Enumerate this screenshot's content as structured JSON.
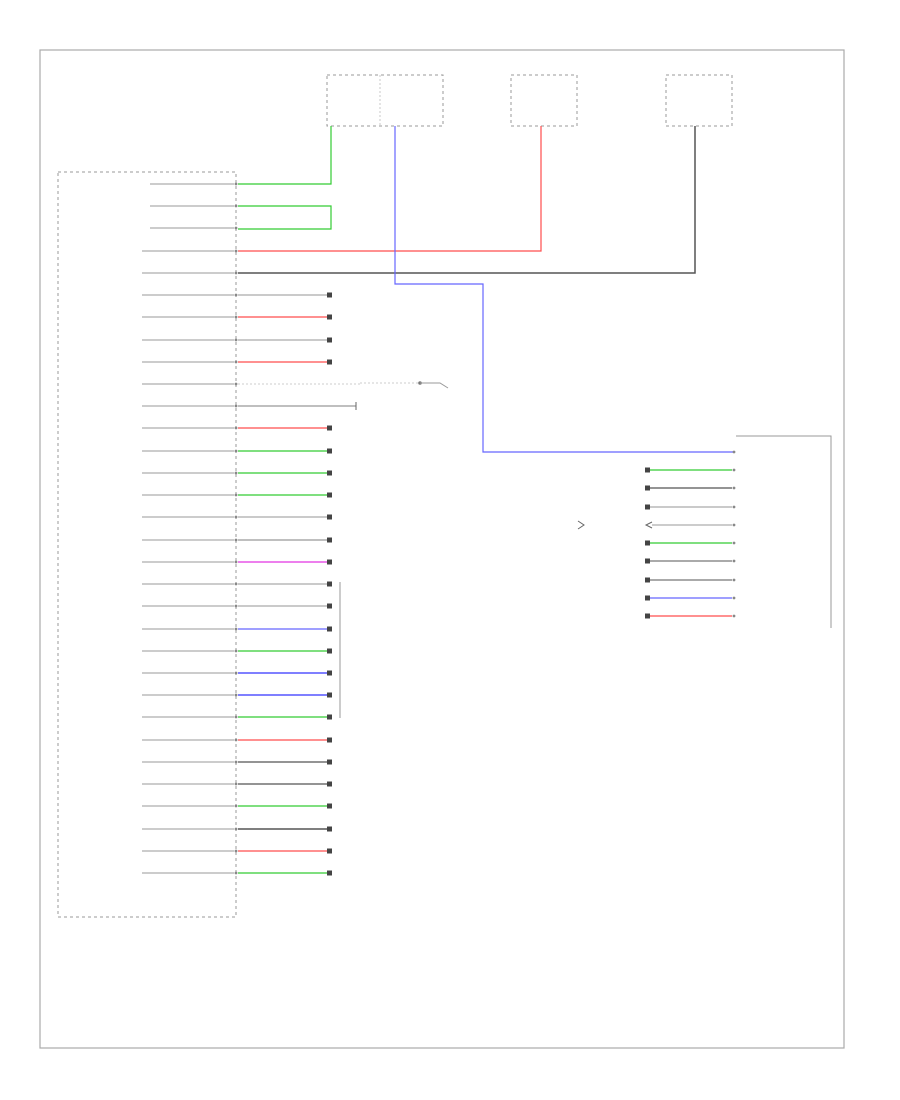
{
  "diagram": {
    "footer_code": "",
    "module_main": {
      "labels": [
        "",
        "",
        "",
        "",
        ""
      ]
    },
    "module_right": {
      "labels": [
        "",
        ""
      ]
    },
    "top_components": [
      {
        "labels": [
          "",
          ""
        ],
        "desc": [
          "",
          "",
          "",
          "",
          ""
        ]
      },
      {
        "labels": [
          "",
          ""
        ],
        "desc": [
          "",
          "",
          "",
          ""
        ]
      },
      {
        "labels": [
          "",
          ""
        ],
        "desc": [
          "",
          "",
          "",
          ""
        ]
      }
    ],
    "feed_labels": [
      {
        "pin": "",
        "wire": ""
      },
      {
        "pin": "",
        "wire": ""
      },
      {
        "pin": "",
        "wire": ""
      },
      {
        "pin": "",
        "wire": ""
      }
    ],
    "left_pins": [
      {
        "pin": "",
        "num": "",
        "wire": "",
        "color": "#33cc33",
        "target": "top",
        "label": ""
      },
      {
        "pin": "",
        "num": "",
        "wire": "",
        "color": "#33cc33",
        "target": "loop",
        "label": ""
      },
      {
        "pin": "",
        "num": "",
        "wire": "",
        "color": "#33cc33",
        "target": "loop",
        "label": ""
      },
      {
        "pin": "",
        "num": "",
        "wire": "",
        "color": "#ff4d4d",
        "target": "top",
        "label": ""
      },
      {
        "pin": "",
        "num": "",
        "wire": "",
        "color": "#555555",
        "target": "top",
        "label": ""
      },
      {
        "pin": "",
        "num": "",
        "wire": "",
        "color": "#aaaaaa",
        "target": "dot",
        "label": ""
      },
      {
        "pin": "",
        "num": "",
        "wire": "",
        "color": "#ff4d4d",
        "target": "dot",
        "label": ""
      },
      {
        "pin": "",
        "num": "",
        "wire": "",
        "color": "#aaaaaa",
        "target": "dot",
        "label": ""
      },
      {
        "pin": "",
        "num": "",
        "wire": "",
        "color": "#ff4d4d",
        "target": "dot",
        "label": ""
      },
      {
        "pin": "",
        "num": "",
        "wire": "",
        "color": "#cccccc",
        "target": "local",
        "label": ""
      },
      {
        "pin": "",
        "num": "",
        "wire": "",
        "color": "#999999",
        "target": "bar",
        "label": ""
      },
      {
        "pin": "",
        "num": "",
        "wire": "",
        "color": "#ff4d4d",
        "target": "dot",
        "label": ""
      },
      {
        "pin": "",
        "num": "",
        "wire": "",
        "color": "#33cc33",
        "target": "dot",
        "label": ""
      },
      {
        "pin": "",
        "num": "",
        "wire": "",
        "color": "#33cc33",
        "target": "dot",
        "label": ""
      },
      {
        "pin": "",
        "num": "",
        "wire": "",
        "color": "#33cc33",
        "target": "dot",
        "label": ""
      },
      {
        "pin": "",
        "num": "",
        "wire": "",
        "color": "#aaaaaa",
        "target": "dot",
        "label": ""
      },
      {
        "pin": "",
        "num": "",
        "wire": "",
        "color": "#999999",
        "target": "dot",
        "label": ""
      },
      {
        "pin": "",
        "num": "",
        "wire": "",
        "color": "#e233e2",
        "target": "dot",
        "label": ""
      },
      {
        "pin": "",
        "num": "",
        "wire": "",
        "color": "#aaaaaa",
        "target": "dot",
        "label": ""
      },
      {
        "pin": "",
        "num": "",
        "wire": "",
        "color": "#aaaaaa",
        "target": "dot",
        "label": ""
      },
      {
        "pin": "",
        "num": "",
        "wire": "",
        "color": "#6666ff",
        "target": "dot",
        "label": ""
      },
      {
        "pin": "",
        "num": "",
        "wire": "",
        "color": "#33cc33",
        "target": "dot",
        "label": ""
      },
      {
        "pin": "",
        "num": "",
        "wire": "",
        "color": "#3333ff",
        "target": "dot",
        "label": ""
      },
      {
        "pin": "",
        "num": "",
        "wire": "",
        "color": "#3333ff",
        "target": "dot",
        "label": ""
      },
      {
        "pin": "",
        "num": "",
        "wire": "",
        "color": "#33cc33",
        "target": "dot",
        "label": ""
      },
      {
        "pin": "",
        "num": "",
        "wire": "",
        "color": "#ff4d4d",
        "target": "dot",
        "label": ""
      },
      {
        "pin": "",
        "num": "",
        "wire": "",
        "color": "#555555",
        "target": "dot",
        "label": ""
      },
      {
        "pin": "",
        "num": "",
        "wire": "",
        "color": "#555555",
        "target": "dot",
        "label": ""
      },
      {
        "pin": "",
        "num": "",
        "wire": "",
        "color": "#33cc33",
        "target": "dot",
        "label": ""
      },
      {
        "pin": "",
        "num": "",
        "wire": "",
        "color": "#333333",
        "target": "dot",
        "label": ""
      },
      {
        "pin": "",
        "num": "",
        "wire": "",
        "color": "#ff4d4d",
        "target": "dot",
        "label": ""
      },
      {
        "pin": "",
        "num": "",
        "wire": "",
        "color": "#33cc33",
        "target": "dot",
        "label": ""
      }
    ],
    "bracket_label": "",
    "local_component": {
      "labels": [
        "",
        ""
      ],
      "desc": [
        "",
        "",
        "",
        ""
      ]
    },
    "right_pins": [
      {
        "num": "",
        "wire": "",
        "color": "#6666ff",
        "target": "blue",
        "label": ""
      },
      {
        "num": "",
        "wire": "",
        "color": "#33cc33",
        "target": "dot",
        "label": ""
      },
      {
        "num": "",
        "wire": "",
        "color": "#555555",
        "target": "dot",
        "label": ""
      },
      {
        "num": "",
        "wire": "",
        "color": "#aaaaaa",
        "target": "dot",
        "label": ""
      },
      {
        "num": "",
        "wire": "",
        "color": "#999999",
        "target": "arrow",
        "label": ""
      },
      {
        "num": "",
        "wire": "",
        "color": "#33cc33",
        "target": "dot",
        "label": ""
      },
      {
        "num": "",
        "wire": "",
        "color": "#777777",
        "target": "dot",
        "label": ""
      },
      {
        "num": "",
        "wire": "",
        "color": "#777777",
        "target": "dot",
        "label": ""
      },
      {
        "num": "",
        "wire": "",
        "color": "#6666ff",
        "target": "dot",
        "label": ""
      },
      {
        "num": "",
        "wire": "",
        "color": "#ff4d4d",
        "target": "dot",
        "label": ""
      }
    ]
  }
}
